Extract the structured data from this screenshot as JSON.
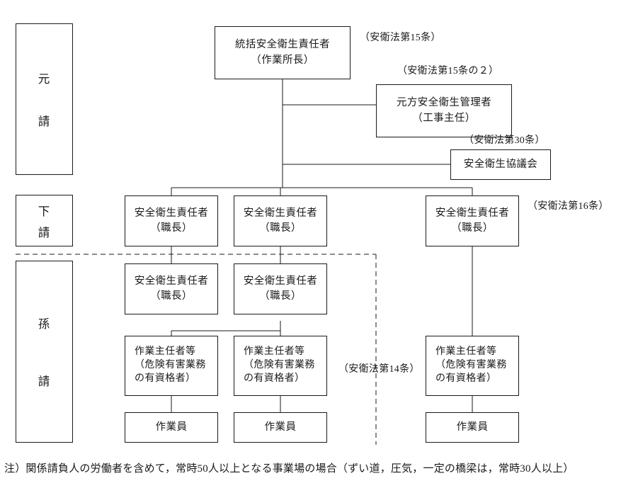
{
  "diagram": {
    "title_footnote": "注）関係請負人の労働者を含めて，常時50人以上となる事業場の場合（ずい道，圧気，一定の橋梁は，常時30人以上）",
    "tiers": [
      {
        "key": "prime",
        "label_line1": "元",
        "label_line2": "請"
      },
      {
        "key": "sub",
        "label_line1": "下",
        "label_line2": "請"
      },
      {
        "key": "subsub",
        "label_line1": "孫",
        "label_line2": "請"
      }
    ],
    "nodes": [
      {
        "id": "n1",
        "line1": "統括安全衛生責任者",
        "line2": "（作業所長）"
      },
      {
        "id": "n2",
        "line1": "元方安全衛生管理者",
        "line2": "（工事主任）"
      },
      {
        "id": "n3",
        "line1": "安全衛生協議会",
        "line2": ""
      },
      {
        "id": "n4",
        "line1": "安全衛生責任者",
        "line2": "（職長）"
      },
      {
        "id": "n5",
        "line1": "安全衛生責任者",
        "line2": "（職長）"
      },
      {
        "id": "n6",
        "line1": "安全衛生責任者",
        "line2": "（職長）"
      },
      {
        "id": "n7",
        "line1": "安全衛生責任者",
        "line2": "（職長）"
      },
      {
        "id": "n8",
        "line1": "安全衛生責任者",
        "line2": "（職長）"
      },
      {
        "id": "n9",
        "line1": "作業主任者等",
        "line2": "（危険有害業務",
        "line3": "の有資格者）"
      },
      {
        "id": "n10",
        "line1": "作業主任者等",
        "line2": "（危険有害業務",
        "line3": "の有資格者）"
      },
      {
        "id": "n11",
        "line1": "作業主任者等",
        "line2": "（危険有害業務",
        "line3": "の有資格者）"
      },
      {
        "id": "n12",
        "line1": "作業員",
        "line2": ""
      },
      {
        "id": "n13",
        "line1": "作業員",
        "line2": ""
      },
      {
        "id": "n14",
        "line1": "作業員",
        "line2": ""
      }
    ],
    "annotations": [
      {
        "id": "a15",
        "text": "（安衛法第15条）"
      },
      {
        "id": "a15_2",
        "text": "（安衛法第15条の２）"
      },
      {
        "id": "a30",
        "text": "（安衛法第30条）"
      },
      {
        "id": "a16",
        "text": "（安衛法第16条）"
      },
      {
        "id": "a14",
        "text": "（安衛法第14条）"
      }
    ]
  }
}
